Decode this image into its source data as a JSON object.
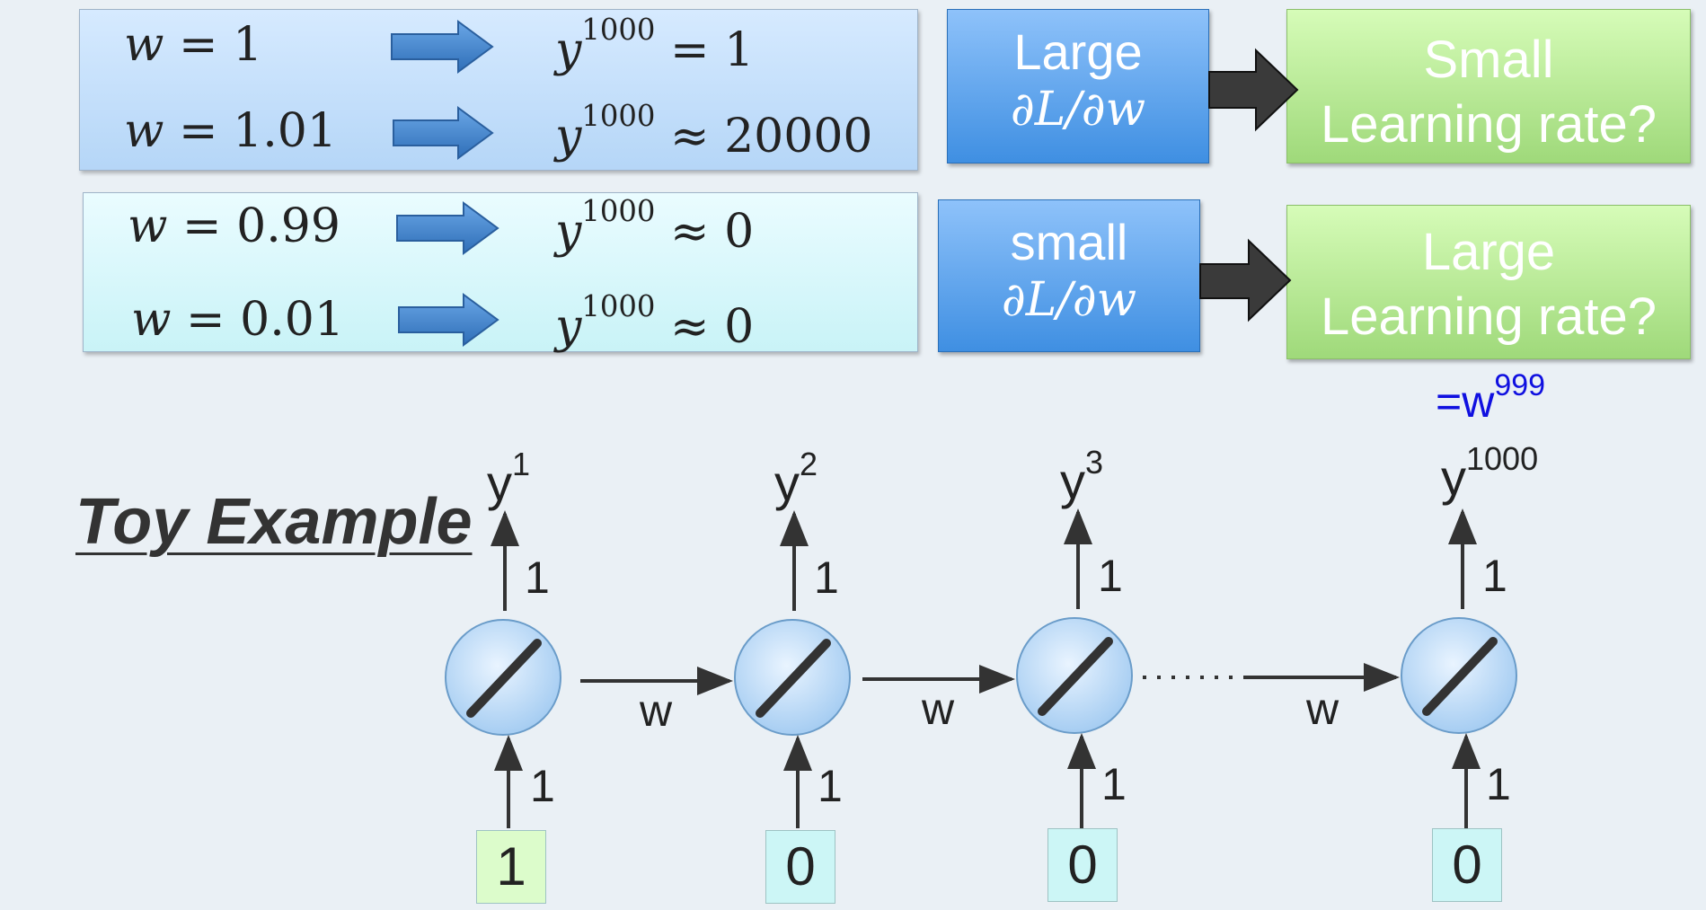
{
  "panels": {
    "top": {
      "row1": {
        "lhs_var": "w",
        "lhs_val": "= 1",
        "rhs_var": "y",
        "rhs_sup": "1000",
        "rhs_val": "= 1"
      },
      "row2": {
        "lhs_var": "w",
        "lhs_val": "= 1.01",
        "rhs_var": "y",
        "rhs_sup": "1000",
        "rhs_val": "≈ 20000"
      }
    },
    "bottom": {
      "row1": {
        "lhs_var": "w",
        "lhs_val": "= 0.99",
        "rhs_var": "y",
        "rhs_sup": "1000",
        "rhs_val": "≈ 0"
      },
      "row2": {
        "lhs_var": "w",
        "lhs_val": "= 0.01",
        "rhs_var": "y",
        "rhs_sup": "1000",
        "rhs_val": "≈ 0"
      }
    }
  },
  "gradient_boxes": {
    "large": {
      "line1": "Large",
      "line2": "∂L/∂w"
    },
    "small": {
      "line1": "small",
      "line2": "∂L/∂w"
    }
  },
  "lr_boxes": {
    "small_lr": {
      "line1": "Small",
      "line2": "Learning rate?"
    },
    "large_lr": {
      "line1": "Large",
      "line2": "Learning rate?"
    }
  },
  "annotation": {
    "base": "=w",
    "sup": "999"
  },
  "title": "Toy Example",
  "network": {
    "outputs": [
      {
        "base": "y",
        "sup": "1"
      },
      {
        "base": "y",
        "sup": "2"
      },
      {
        "base": "y",
        "sup": "3"
      },
      {
        "base": "y",
        "sup": "1000"
      }
    ],
    "output_weight": "1",
    "input_weight": "1",
    "recurrent_weight": "w",
    "inputs": [
      "1",
      "0",
      "0",
      "0"
    ],
    "colors": {
      "input_first": "#dcfccb",
      "input_rest": "#ccf6f6",
      "neuron": "#b9d9f7",
      "arrow_block": "#3a7fc9"
    }
  }
}
